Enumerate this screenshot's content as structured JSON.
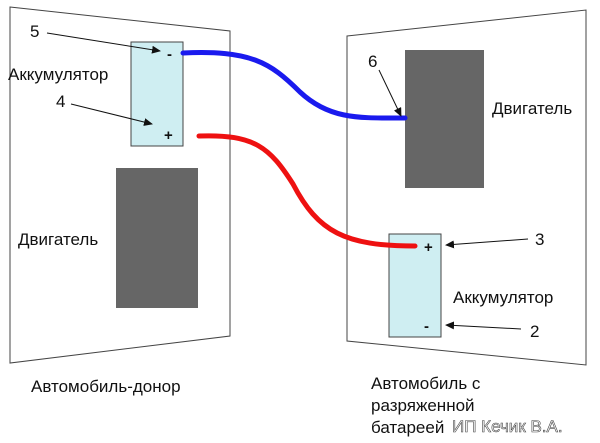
{
  "colors": {
    "battery_fill": "#cfeef2",
    "engine_fill": "#666666",
    "negative_cable": "#1a1aee",
    "positive_cable": "#ee1111",
    "outline": "#444444"
  },
  "donor": {
    "caption": "Автомобиль-донор",
    "battery_label": "Аккумулятор",
    "engine_label": "Двигатель",
    "battery_minus": "-",
    "battery_plus": "+"
  },
  "recipient": {
    "caption_lines": [
      "Автомобиль с",
      "разряженной",
      "батареей"
    ],
    "battery_label": "Аккумулятор",
    "engine_label": "Двигатель",
    "battery_minus": "-",
    "battery_plus": "+"
  },
  "callouts": {
    "n1": "2",
    "n2": "3",
    "n3": "4",
    "n4": "5",
    "n5": "6"
  },
  "watermark": "ИП Кечик В.А."
}
